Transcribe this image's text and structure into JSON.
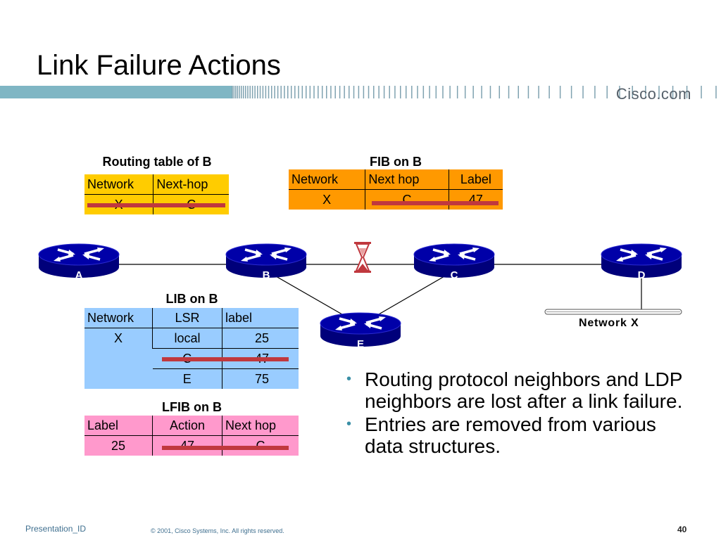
{
  "slide": {
    "title": "Link Failure Actions",
    "logo_text": "Cisco.com"
  },
  "routing_table": {
    "title": "Routing table of B",
    "headers": [
      "Network",
      "Next-hop"
    ],
    "rows": [
      [
        "X",
        "C"
      ]
    ],
    "bg_color": "#ffcc00"
  },
  "fib": {
    "title": "FIB on B",
    "headers": [
      "Network",
      "Next hop",
      "Label"
    ],
    "rows": [
      [
        "X",
        "C",
        "47"
      ]
    ],
    "bg_color": "#ff9900"
  },
  "lib": {
    "title": "LIB on B",
    "headers": [
      "Network",
      "LSR",
      "label"
    ],
    "network": "X",
    "rows": [
      [
        "local",
        "25"
      ],
      [
        "C",
        "47"
      ],
      [
        "E",
        "75"
      ]
    ],
    "bg_color": "#99ccff"
  },
  "lfib": {
    "title": "LFIB on B",
    "headers": [
      "Label",
      "Action",
      "Next hop"
    ],
    "rows": [
      [
        "25",
        "47",
        "C"
      ]
    ],
    "bg_color": "#ff99cc"
  },
  "routers": {
    "a": "A",
    "b": "B",
    "c": "C",
    "d": "D",
    "e": "E"
  },
  "network_label": "Network X",
  "bullets": [
    "Routing protocol neighbors and LDP neighbors are lost after a link failure.",
    "Entries are removed from various data structures."
  ],
  "footer": {
    "presentation_id": "Presentation_ID",
    "copyright": "© 2001, Cisco Systems, Inc. All rights reserved.",
    "page_number": "40"
  },
  "colors": {
    "router_blue": "#000099",
    "strike_red": "#c0383e",
    "banner_teal": "#7fb6c4"
  },
  "icons": [
    "hourglass-icon",
    "router-icon"
  ]
}
